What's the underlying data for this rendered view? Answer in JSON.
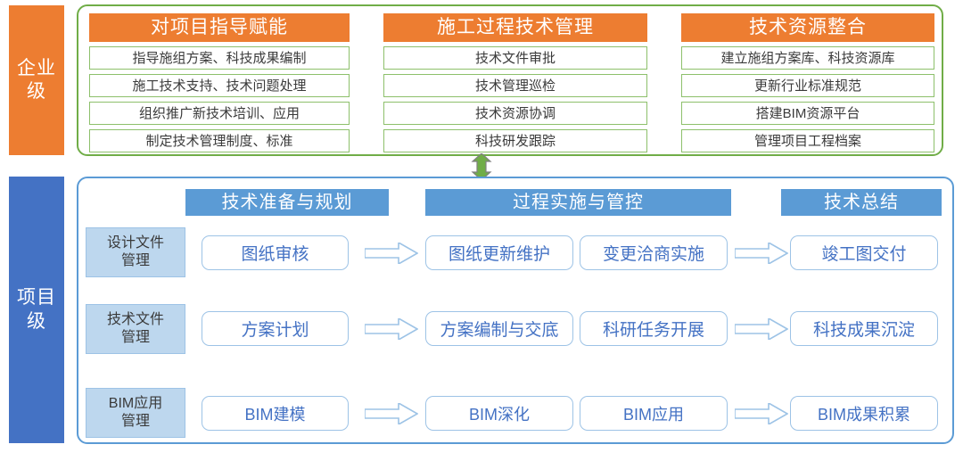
{
  "levels": {
    "enterprise": "企业\n级",
    "project": "项目\n级"
  },
  "colors": {
    "orange": "#ED7D31",
    "green_border": "#70AD47",
    "green_item_border": "#8DC06B",
    "blue_bar": "#4472C4",
    "blue_header": "#5B9BD5",
    "blue_border": "#5B9BD5",
    "light_blue_fill": "#BDD7EE",
    "flow_text": "#4472C4"
  },
  "enterprise": {
    "columns": [
      {
        "title": "对项目指导赋能",
        "items": [
          "指导施组方案、科技成果编制",
          "施工技术支持、技术问题处理",
          "组织推广新技术培训、应用",
          "制定技术管理制度、标准"
        ]
      },
      {
        "title": "施工过程技术管理",
        "items": [
          "技术文件审批",
          "技术管理巡检",
          "技术资源协调",
          "科技研发跟踪"
        ]
      },
      {
        "title": "技术资源整合",
        "items": [
          "建立施组方案库、科技资源库",
          "更新行业标准规范",
          "搭建BIM资源平台",
          "管理项目工程档案"
        ]
      }
    ]
  },
  "project": {
    "phases": [
      "技术准备与规划",
      "过程实施与管控",
      "技术总结"
    ],
    "rows": [
      {
        "label": "设计文件\n管理",
        "prep": "图纸审核",
        "process": [
          "图纸更新维护",
          "变更洽商实施"
        ],
        "summary": "竣工图交付",
        "latin": false
      },
      {
        "label": "技术文件\n管理",
        "prep": "方案计划",
        "process": [
          "方案编制与交底",
          "科研任务开展"
        ],
        "summary": "科技成果沉淀",
        "latin": false
      },
      {
        "label": "BIM应用\n管理",
        "prep": "BIM建模",
        "process": [
          "BIM深化",
          "BIM应用"
        ],
        "summary": "BIM成果积累",
        "latin": true
      }
    ]
  },
  "icons": {
    "link_arrow": "green-double-arrow-icon",
    "flow_arrow": "right-block-arrow-icon"
  }
}
